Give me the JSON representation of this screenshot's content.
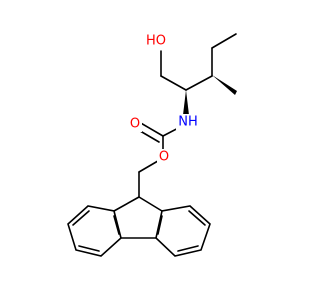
{
  "molecule": {
    "colors": {
      "bond": "#000000",
      "oxygen": "#ff0000",
      "nitrogen": "#0000ff",
      "background": "#ffffff"
    },
    "labels": {
      "hydroxyl": "HO",
      "amine": "NH",
      "carbonyl_oxygen": "O",
      "ester_oxygen": "O"
    }
  }
}
